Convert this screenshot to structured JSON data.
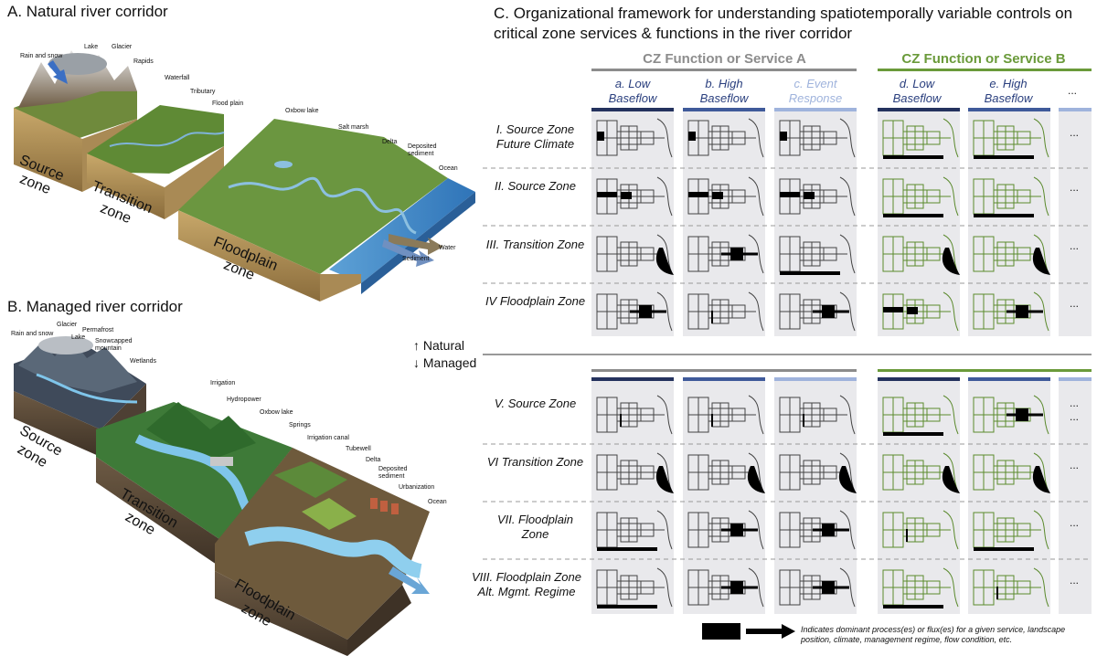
{
  "panel_a": {
    "title": "A. Natural river corridor",
    "labels": {
      "rain": "Rain and snow",
      "lake": "Lake",
      "glacier": "Glacier",
      "rapids": "Rapids",
      "waterfall": "Waterfall",
      "tributary": "Tributary",
      "floodplain": "Flood plain",
      "oxbow": "Oxbow lake",
      "saltmarsh": "Salt marsh",
      "delta": "Delta",
      "deposited": "Deposited sediment",
      "ocean": "Ocean",
      "water": "Water",
      "sediment": "Sediment"
    },
    "zones": {
      "source": "Source zone",
      "transition": "Transition zone",
      "floodplain": "Floodplain zone"
    }
  },
  "panel_b": {
    "title": "B. Managed river corridor",
    "labels": {
      "rain": "Rain and snow",
      "glacier": "Glacier",
      "lake": "Lake",
      "permafrost": "Permafrost",
      "snowcapped": "Snowcapped mountain",
      "wetlands": "Wetlands",
      "irrigation": "Irrigation",
      "hydropower": "Hydropower",
      "oxbow": "Oxbow lake",
      "springs": "Springs",
      "canal": "Irrigation canal",
      "tubewell": "Tubewell",
      "delta": "Delta",
      "deposited": "Deposited sediment",
      "urbanization": "Urbanization",
      "ocean": "Ocean"
    },
    "zones": {
      "source": "Source zone",
      "transition": "Transition zone",
      "floodplain": "Floodplain zone"
    }
  },
  "panel_c": {
    "title": "C. Organizational framework for understanding spatiotemporally variable controls on critical zone services & functions in the river corridor",
    "group_a": "CZ Function or Service A",
    "group_b": "CZ Function or Service B",
    "columns": {
      "a": "a. Low Baseflow",
      "b": "b. High Baseflow",
      "c": "c. Event Response",
      "d": "d. Low Baseflow",
      "e": "e. High Baseflow",
      "more": "..."
    },
    "rows": {
      "r1": "I. Source Zone Future Climate",
      "r2": "II. Source Zone",
      "r3": "III. Transition Zone",
      "r4": "IV Floodplain Zone",
      "r5": "V. Source Zone",
      "r6": "VI Transition Zone",
      "r7": "VII. Floodplain Zone",
      "r8": "VIII. Floodplain Zone Alt. Mgmt. Regime"
    },
    "ellipsis": "...",
    "natural": "↑ Natural",
    "managed": "↓ Managed",
    "legend": "Indicates dominant process(es) or flux(es) for a given service, landscape position, climate, management regime, flow condition, etc.",
    "colors": {
      "group_a": "#8c8c8c",
      "group_b": "#6a9a3a",
      "col_dark": "#24325e",
      "col_mid": "#3f5a9a",
      "col_light": "#9fb3dc",
      "cell_bg": "#e9e9ec",
      "schematic_a": "#444444",
      "schematic_b": "#5b8a2d"
    }
  }
}
